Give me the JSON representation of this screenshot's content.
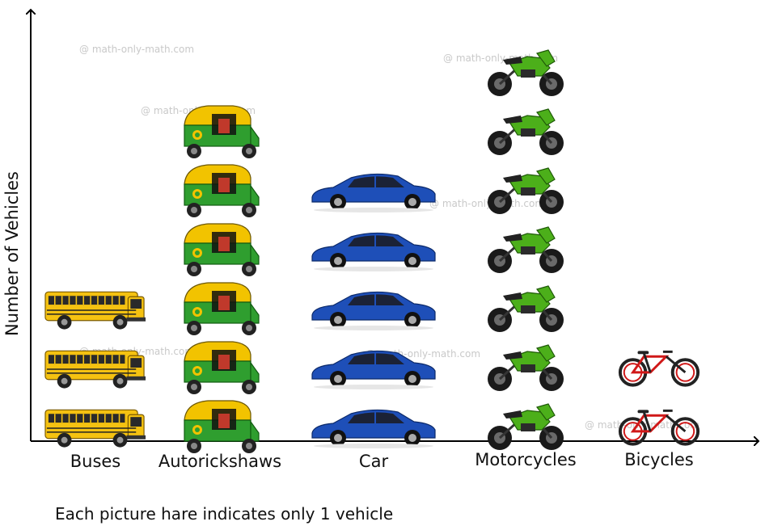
{
  "chart_data": {
    "type": "pictograph",
    "categories": [
      "Buses",
      "Autorickshaws",
      "Car",
      "Motorcycles",
      "Bicycles"
    ],
    "values": [
      3,
      6,
      5,
      7,
      2
    ],
    "icons": [
      "bus-icon",
      "autorickshaw-icon",
      "car-icon",
      "motorcycle-icon",
      "bicycle-icon"
    ],
    "ylabel": "Number of Vehicles",
    "note": "Each picture hare indicates only 1 vehicle",
    "watermark": "@ math-only-math.com",
    "colors": {
      "bus": "#f5c211",
      "autorickshaw_top": "#f2c300",
      "autorickshaw_body": "#2f9e2f",
      "car": "#1e4fb8",
      "motorcycle": "#4caf1a",
      "bicycle": "#d01818",
      "axis": "#000000"
    }
  }
}
